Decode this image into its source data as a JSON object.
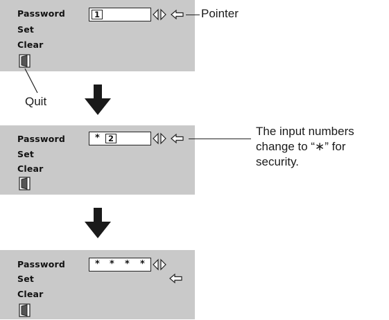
{
  "panels": [
    {
      "menu": [
        "Password",
        "Set",
        "Clear"
      ],
      "field": {
        "stars": [],
        "active_digit": "1"
      }
    },
    {
      "menu": [
        "Password",
        "Set",
        "Clear"
      ],
      "field": {
        "stars": [
          "*"
        ],
        "active_digit": "2"
      }
    },
    {
      "menu": [
        "Password",
        "Set",
        "Clear"
      ],
      "field": {
        "stars": [
          "*",
          "*",
          "*",
          "*"
        ],
        "active_digit": ""
      }
    }
  ],
  "callouts": {
    "pointer": "Pointer",
    "quit": "Quit",
    "security_note": [
      "The input numbers",
      "change to “∗” for",
      "security."
    ]
  },
  "icons": {
    "spinner": "left-right-arrows-icon",
    "pointer": "hollow-left-arrow-icon",
    "quit": "door-icon",
    "step": "down-arrow-icon"
  },
  "colors": {
    "panel_background": "#c9c9c9",
    "field_background": "#ffffff",
    "text": "#111111"
  }
}
